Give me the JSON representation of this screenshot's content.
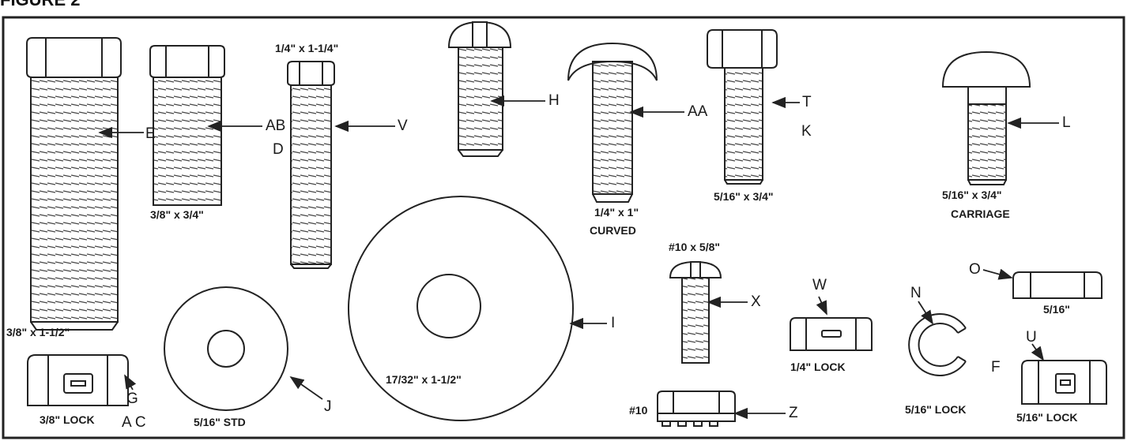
{
  "figure_title": "FIGURE 2",
  "labels": {
    "e_size": "3/8\" x 1-1/2\"",
    "ab_size": "3/8\" x 3/4\"",
    "v_size": "1/4\" x 1-1/4\"",
    "aa_size": "1/4\" x 1\"",
    "aa_type": "CURVED",
    "tk_size": "5/16\" x 3/4\"",
    "l_size": "5/16\" x 3/4\"",
    "l_type": "CARRIAGE",
    "x_size": "#10 x 5/8\"",
    "z_size": "#10",
    "w_size": "1/4\" LOCK",
    "o_size": "5/16\"",
    "n_size": "5/16\" LOCK",
    "u_size": "5/16\" LOCK",
    "g_size": "3/8\" LOCK",
    "j_size": "5/16\" STD",
    "i_size": "17/32\" x 1-1/2\""
  },
  "letters": {
    "E": "E",
    "AB": "AB",
    "D": "D",
    "V": "V",
    "H": "H",
    "AA": "AA",
    "T": "T",
    "K": "K",
    "L": "L",
    "X": "X",
    "I": "I",
    "W": "W",
    "N": "N",
    "O": "O",
    "U": "U",
    "F": "F",
    "G": "G",
    "AC": "A C",
    "J": "J",
    "Z": "Z"
  }
}
